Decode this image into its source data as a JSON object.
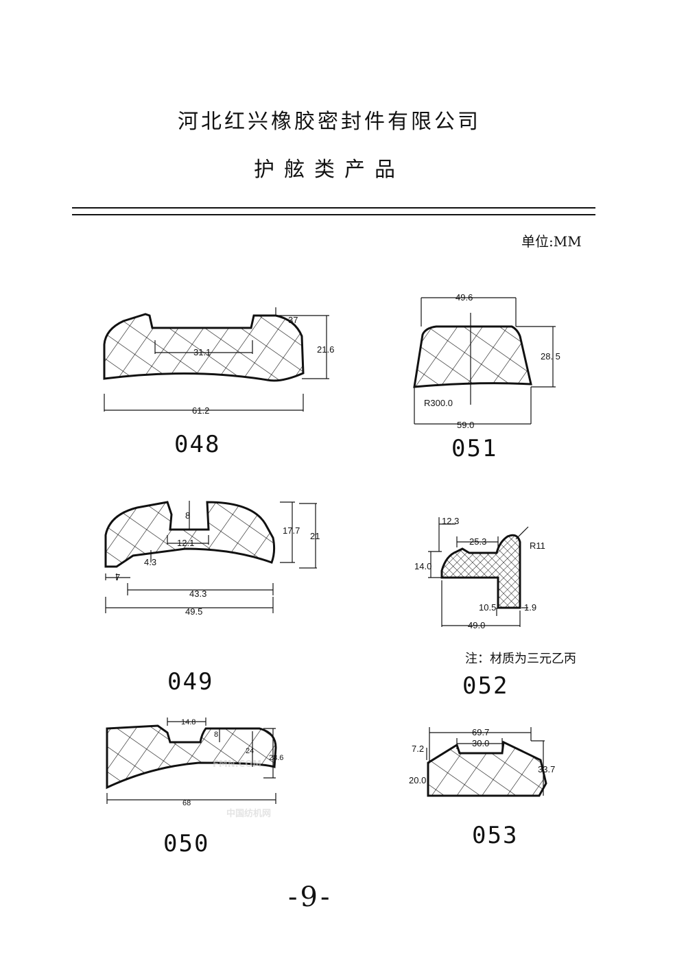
{
  "header": {
    "company": "河北红兴橡胶密封件有限公司",
    "category": "护舷类产品",
    "unit": "单位:MM"
  },
  "products": [
    {
      "code": "048",
      "dims": [
        "37",
        "21.6",
        "31.1",
        "61.2"
      ]
    },
    {
      "code": "051",
      "dims": [
        "49.6",
        "28. 5",
        "R300.0",
        "59.0"
      ]
    },
    {
      "code": "049",
      "dims": [
        "8",
        "17.7",
        "21",
        "12.1",
        "4.3",
        "7",
        "43.3",
        "49.5"
      ]
    },
    {
      "code": "052",
      "dims": [
        "12.3",
        "25.3",
        "R11",
        "14.0",
        "10.5",
        "1.9",
        "49.0"
      ]
    },
    {
      "code": "050",
      "dims": [
        "14.8",
        "8",
        "24",
        "28.6",
        "68"
      ]
    },
    {
      "code": "053",
      "dims": [
        "69.7",
        "7.2",
        "30.0",
        "33.7",
        "20.0"
      ]
    }
  ],
  "note": "注：材质为三元乙丙",
  "page_number": "-9-",
  "watermark": {
    "text_latin": "FMN.COM",
    "text_cn": "中国纺机网"
  }
}
